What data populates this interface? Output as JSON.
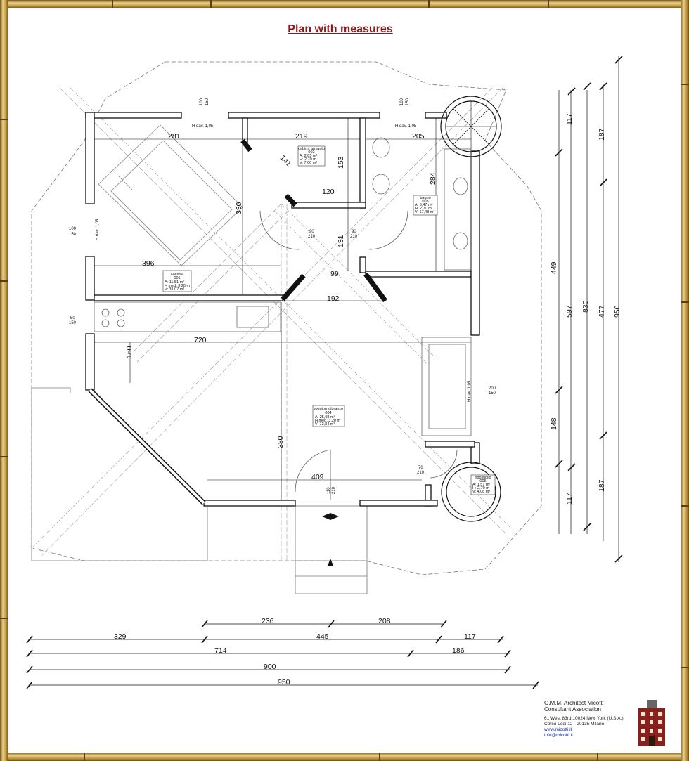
{
  "title": "Plan with measures",
  "rooms": [
    {
      "name": "camera",
      "code": "001",
      "area": "A: 11,51 m²",
      "height": "H med. 3,20 m",
      "volume": "V: 31,07 m³"
    },
    {
      "name": "cabina armadio",
      "code": "002",
      "area": "A: 2,85 m²",
      "height": "H: 2,70 m",
      "volume": "V: 7,66 m³"
    },
    {
      "name": "bagno",
      "code": "003",
      "area": "A: 6,47 m²",
      "height": "H: 2,70 m",
      "volume": "V: 17,48 m³"
    },
    {
      "name": "soggiorno/pranzo",
      "code": "004",
      "area": "A: 25,98 m²",
      "height": "H med. 3,20 m",
      "volume": "V: 72,84 m³"
    },
    {
      "name": "ripostiglio",
      "code": "005",
      "area": "A: 1,51 m²",
      "height": "H: 2,70 m",
      "volume": "V: 4,08 m³"
    }
  ],
  "interior_dims": [
    "281",
    "219",
    "205",
    "141",
    "153",
    "120",
    "330",
    "284",
    "396",
    "131",
    "99",
    "192",
    "720",
    "160",
    "380",
    "409"
  ],
  "openings": [
    "H dav. 1,05",
    "100",
    "150",
    "90",
    "210",
    "50",
    "200",
    "70",
    "110"
  ],
  "right_dims": {
    "col1": [
      "117",
      "449",
      "148",
      "117"
    ],
    "col2": [
      "597"
    ],
    "col3": [
      "830"
    ],
    "col4": [
      "187",
      "477",
      "187"
    ],
    "col5": [
      "950"
    ]
  },
  "bottom_dims": {
    "row1": [
      "236",
      "208"
    ],
    "row2": [
      "329",
      "445",
      "117"
    ],
    "row3": [
      "714",
      "186"
    ],
    "row4": [
      "900"
    ],
    "row5": [
      "950"
    ]
  },
  "credits": {
    "firm_line1": "G.M.M. Architect Micotti",
    "firm_line2": "Consultant Association",
    "address1": "61 West 83rd 10024 New York (U.S.A.)",
    "address2": "Corso Lodi 12 - 20135 Milano",
    "web": "www.micotti.it",
    "email": "info@micotti.it"
  },
  "colors": {
    "title": "#8b1a1a",
    "frame": "#c9a45a",
    "link": "#1a2aa8"
  }
}
